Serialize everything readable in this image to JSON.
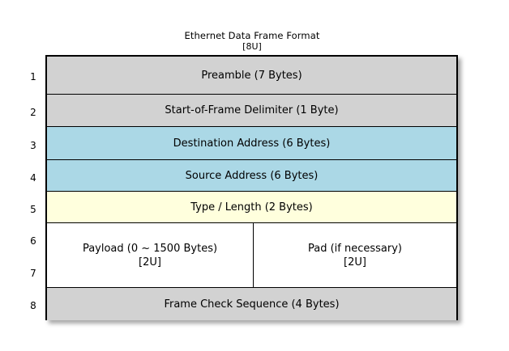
{
  "page": {
    "background_color": "#ffffff"
  },
  "diagram": {
    "title": "Ethernet Data Frame Format",
    "title_sub": "[8U]",
    "colors": {
      "header_gray": "#d2d2d2",
      "address_blue": "#abd8e6",
      "type_yellow": "#ffffdd",
      "payload_white": "#ffffff",
      "border": "#000000"
    },
    "row_numbers": [
      "1",
      "2",
      "3",
      "4",
      "5",
      "6",
      "7",
      "8"
    ],
    "rows": [
      {
        "number": "1",
        "label": "Preamble (7 Bytes)",
        "fill": "#d2d2d2",
        "height": 47,
        "split": false
      },
      {
        "number": "2",
        "label": "Start-of-Frame Delimiter (1 Byte)",
        "fill": "#d2d2d2",
        "height": 40,
        "split": false
      },
      {
        "number": "3",
        "label": "Destination Address (6 Bytes)",
        "fill": "#abd8e6",
        "height": 41,
        "split": false
      },
      {
        "number": "4",
        "label": "Source Address (6 Bytes)",
        "fill": "#abd8e6",
        "height": 39,
        "split": false
      },
      {
        "number": "5",
        "label": "Type / Length (2 Bytes)",
        "fill": "#ffffdd",
        "height": 39,
        "split": false
      },
      {
        "number": "6-7",
        "fill": "#ffffff",
        "height": 80,
        "split": true,
        "left_cell": {
          "label": "Payload (0 ~ 1500 Bytes)",
          "sub": "[2U]"
        },
        "right_cell": {
          "label": "Pad (if necessary)",
          "sub": "[2U]"
        }
      },
      {
        "number": "8",
        "label": "Frame Check Sequence (4 Bytes)",
        "fill": "#d2d2d2",
        "height": 40,
        "split": false
      }
    ]
  }
}
